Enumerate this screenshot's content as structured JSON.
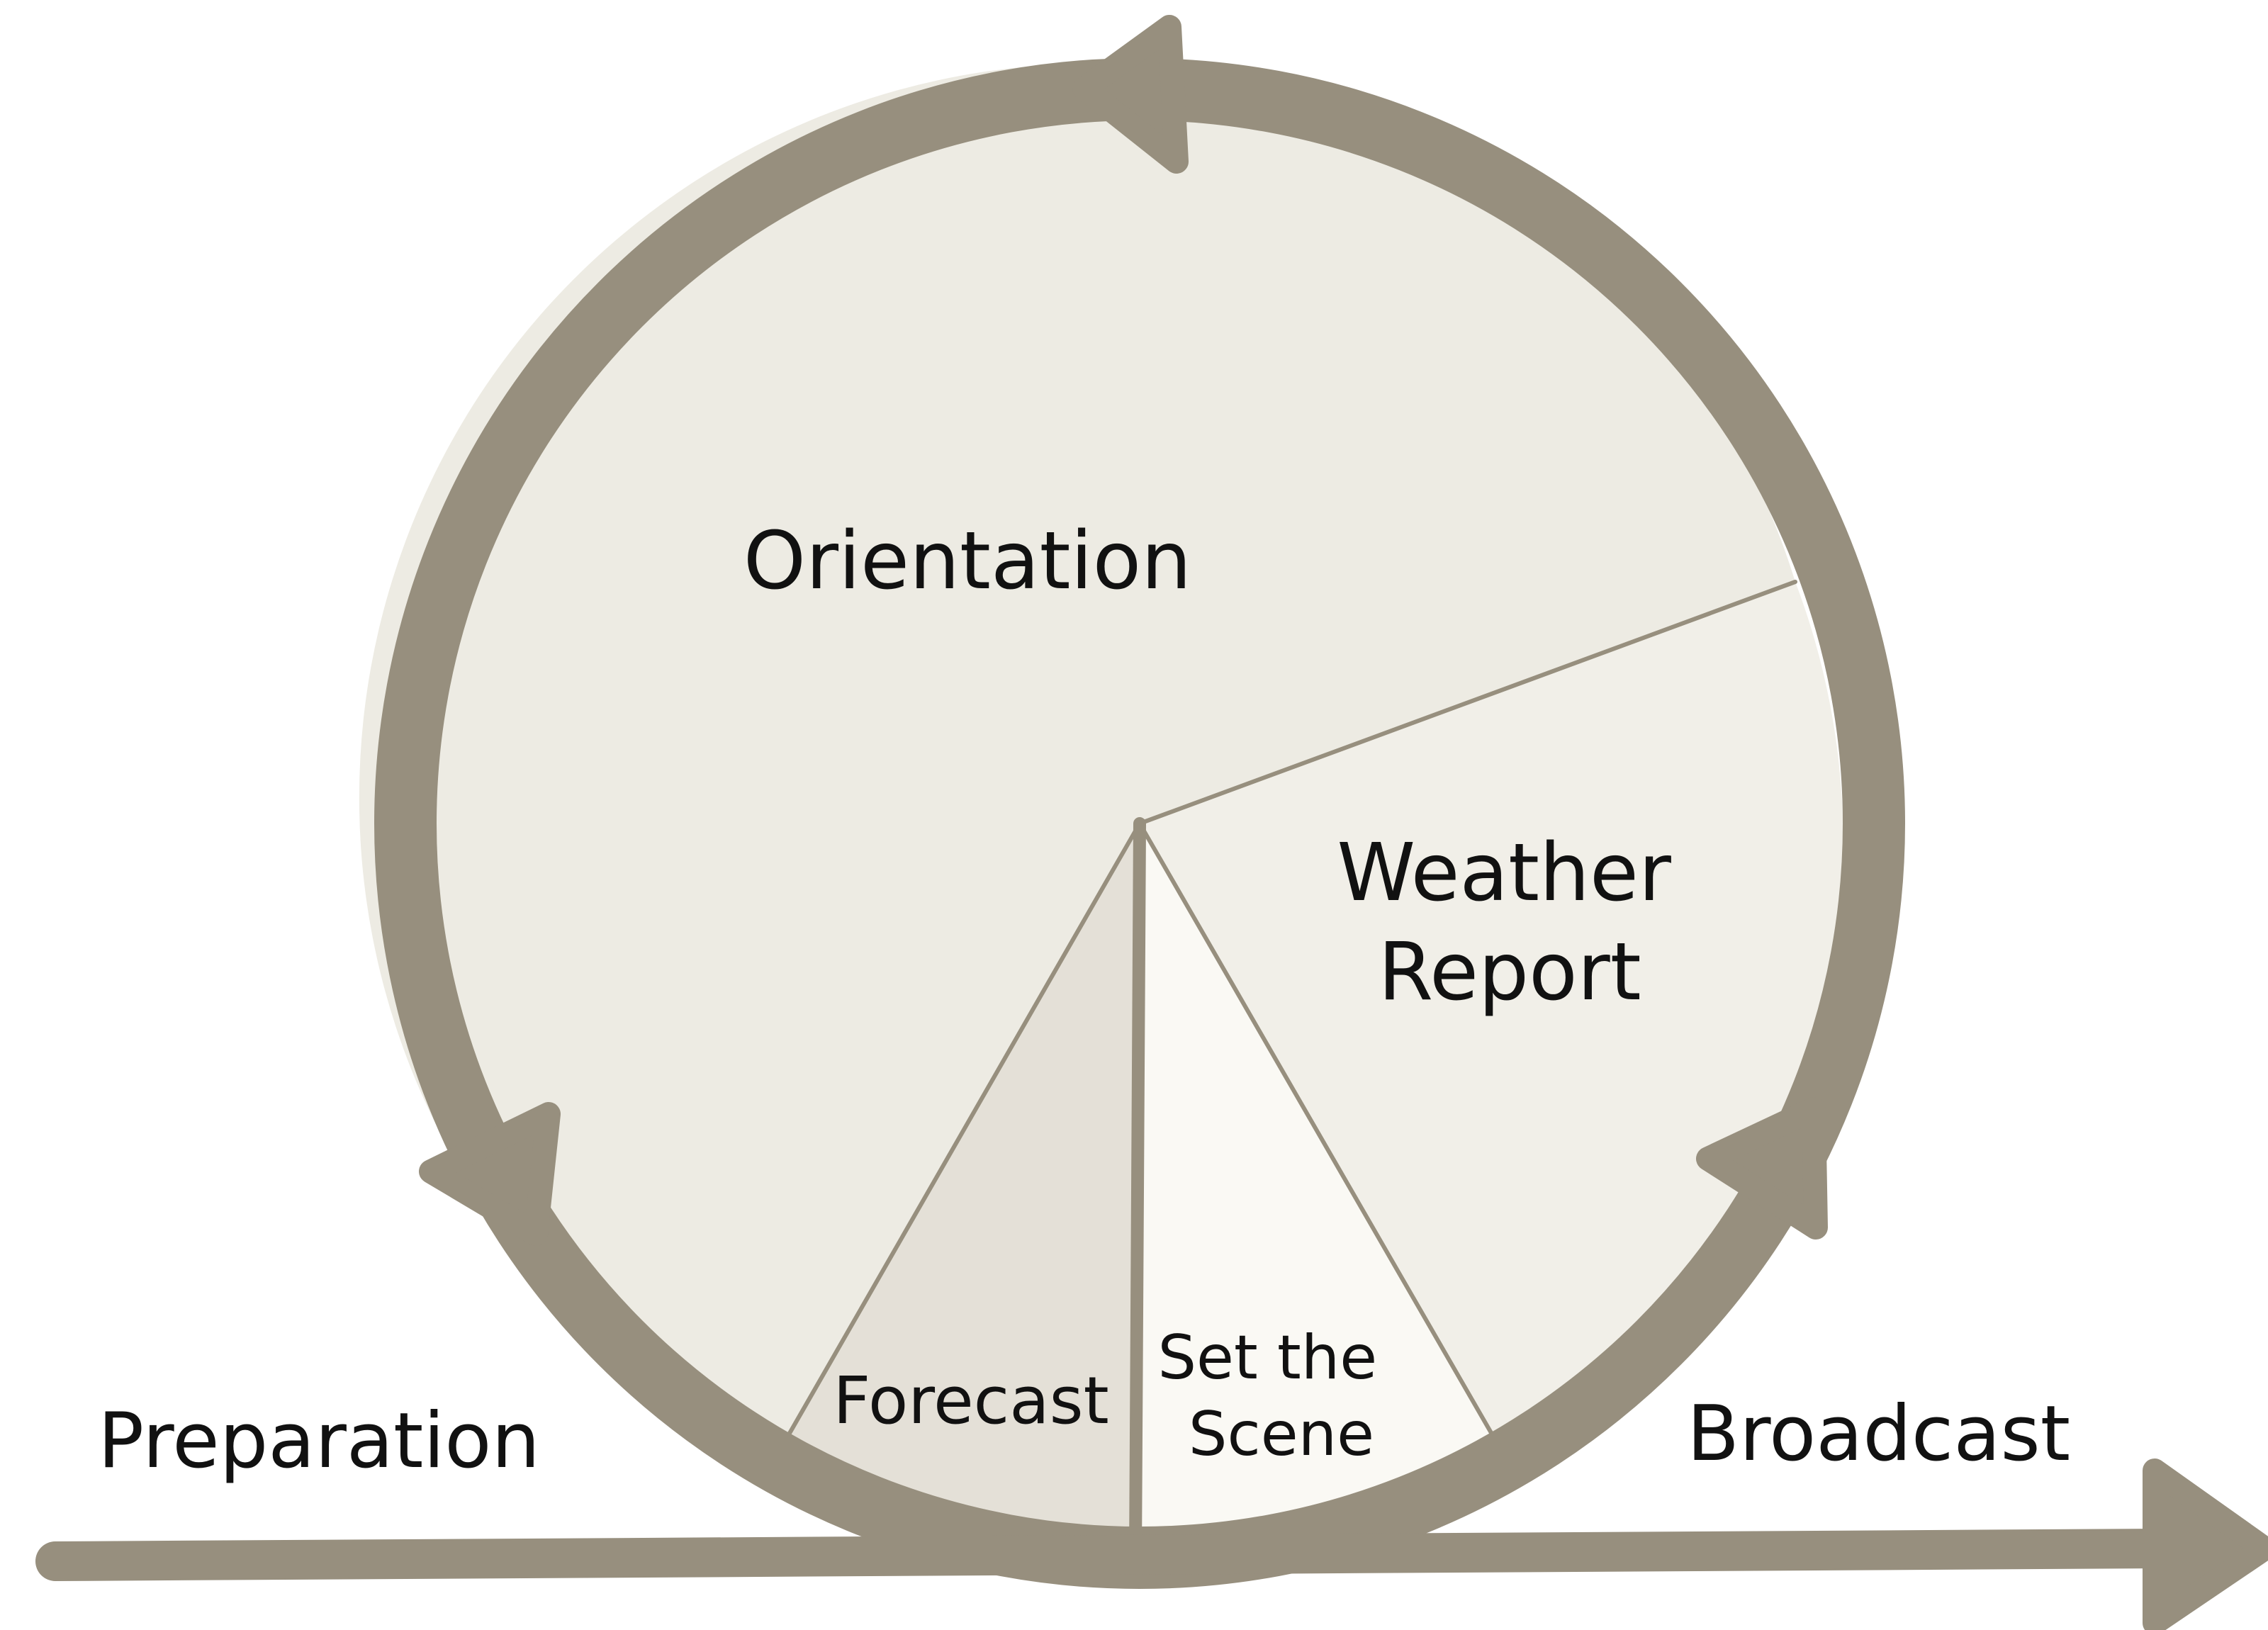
{
  "segments": {
    "orientation": "Orientation",
    "weather_report": [
      "Weather",
      "Report"
    ],
    "forecast": "Forecast",
    "set_the_scene": [
      "Set the",
      "Scene"
    ]
  },
  "timeline": {
    "start_label": "Preparation",
    "end_label": "Broadcast"
  },
  "colors": {
    "ring": "#978f7e",
    "orientation_fill": "#edebe3",
    "weather_report_fill": "#f1efe8",
    "forecast_fill": "#e4e0d7",
    "set_the_scene_fill": "#faf9f4",
    "divider": "#978f7e",
    "text": "#111111"
  }
}
